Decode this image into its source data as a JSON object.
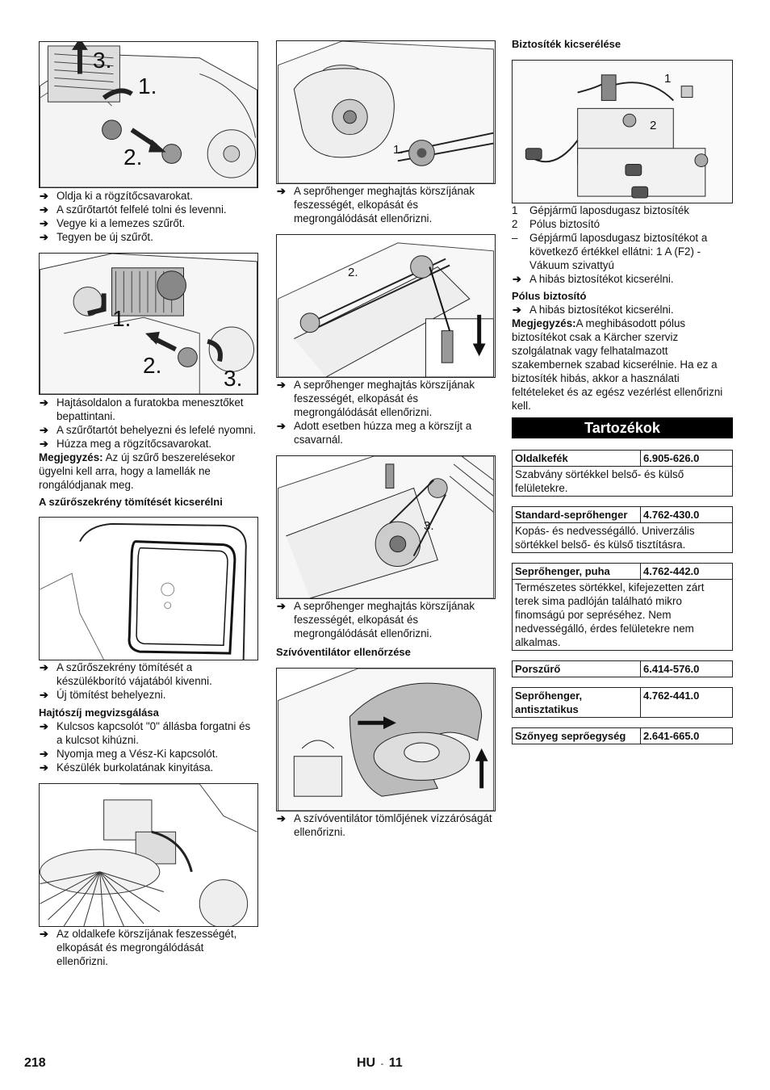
{
  "col1": {
    "steps_a": [
      "Oldja ki a rögzítőcsavarokat.",
      "A szűrőtartót felfelé tolni és levenni.",
      "Vegye ki a lemezes szűrőt.",
      "Tegyen be új szűrőt."
    ],
    "steps_b": [
      "Hajtásoldalon a furatokba menesztőket bepattintani.",
      "A szűrőtartót behelyezni és lefelé nyomni.",
      "Húzza meg a rögzítőcsavarokat."
    ],
    "note_label": "Megjegyzés:",
    "note_text": " Az új szűrő beszerelésekor ügyelni kell arra, hogy a lamellák ne rongálódjanak meg.",
    "seal_heading": "A szűrőszekrény tömítését kicserélni",
    "steps_c": [
      "A szűrőszekrény tömítését a készülékborító vájatából kivenni.",
      "Új tömítést behelyezni."
    ],
    "belt_heading": "Hajtószíj megvizsgálása",
    "steps_d": [
      "Kulcsos kapcsolót \"0\" állásba forgatni és a kulcsot kihúzni.",
      "Nyomja meg a Vész-Ki kapcsolót.",
      "Készülék burkolatának kinyitása."
    ],
    "steps_e": [
      "Az oldalkefe körszíjának feszességét, elkopását és megrongálódását ellenőrizni."
    ],
    "fig1_labels": [
      "3.",
      "1.",
      "2."
    ],
    "fig2_labels": [
      "1.",
      "2.",
      "3."
    ]
  },
  "col2": {
    "step_a": "A seprőhenger meghajtás körszíjának feszességét, elkopását és megrongálódását ellenőrizni.",
    "steps_b": [
      "A seprőhenger meghajtás körszíjának feszességét, elkopását és megrongálódását ellenőrizni.",
      "Adott esetben húzza meg a körszíjt a csavarnál."
    ],
    "step_c": "A seprőhenger meghajtás körszíjának feszességét, elkopását és megrongálódását ellenőrizni.",
    "fan_heading": "Szívóventilátor ellenőrzése",
    "step_d": "A szívóventilátor tömlőjének vízzáróságát ellenőrizni.",
    "fig_a_label": "1.",
    "fig_b_label": "2.",
    "fig_c_label": "3."
  },
  "col3": {
    "fuse_heading": "Biztosíték kicserélése",
    "fig_labels": [
      "1",
      "2"
    ],
    "legend": [
      {
        "n": "1",
        "t": "Gépjármű laposdugasz biztosíték"
      },
      {
        "n": "2",
        "t": "Pólus biztosító"
      },
      {
        "n": "–",
        "t": "Gépjármű laposdugasz biztosítékot a következő értékkel ellátni: 1 A (F2) - Vákuum szivattyú"
      }
    ],
    "step_a": "A hibás biztosítékot kicserélni.",
    "pole_heading": "Pólus biztosító",
    "step_b": "A hibás biztosítékot kicserélni.",
    "note_label": "Megjegyzés:",
    "note_text": "A meghibásodott pólus biztosítékot csak a Kärcher szerviz szolgálatnak vagy felhatalmazott szakembernek szabad kicserélnie. Ha ez a biztosíték hibás, akkor a használati feltételeket és az egész vezérlést ellenőrizni kell.",
    "banner": "Tartozékok",
    "accessories": [
      {
        "name": "Oldalkefék",
        "pn": "6.905-626.0",
        "desc": "Szabvány sörtékkel belső- és külső felületekre."
      },
      {
        "name": "Standard-seprőhenger",
        "pn": "4.762-430.0",
        "desc": "Kopás- és nedvességálló. Univerzális sörtékkel belső- és külső tisztításra."
      },
      {
        "name": "Seprőhenger, puha",
        "pn": "4.762-442.0",
        "desc": "Természetes sörtékkel, kifejezetten zárt terek sima padlóján található mikro finomságú por sepréséhez. Nem nedvességálló, érdes felületekre nem alkalmas."
      },
      {
        "name": "Porszűrő",
        "pn": "6.414-576.0",
        "desc": ""
      },
      {
        "name": "Seprőhenger, antisztatikus",
        "pn": "4.762-441.0",
        "desc": ""
      },
      {
        "name": "Szőnyeg seprőegység",
        "pn": "2.641-665.0",
        "desc": ""
      }
    ]
  },
  "footer": {
    "page_number": "218",
    "lang": "HU",
    "dash": "-",
    "section_page": "11"
  }
}
